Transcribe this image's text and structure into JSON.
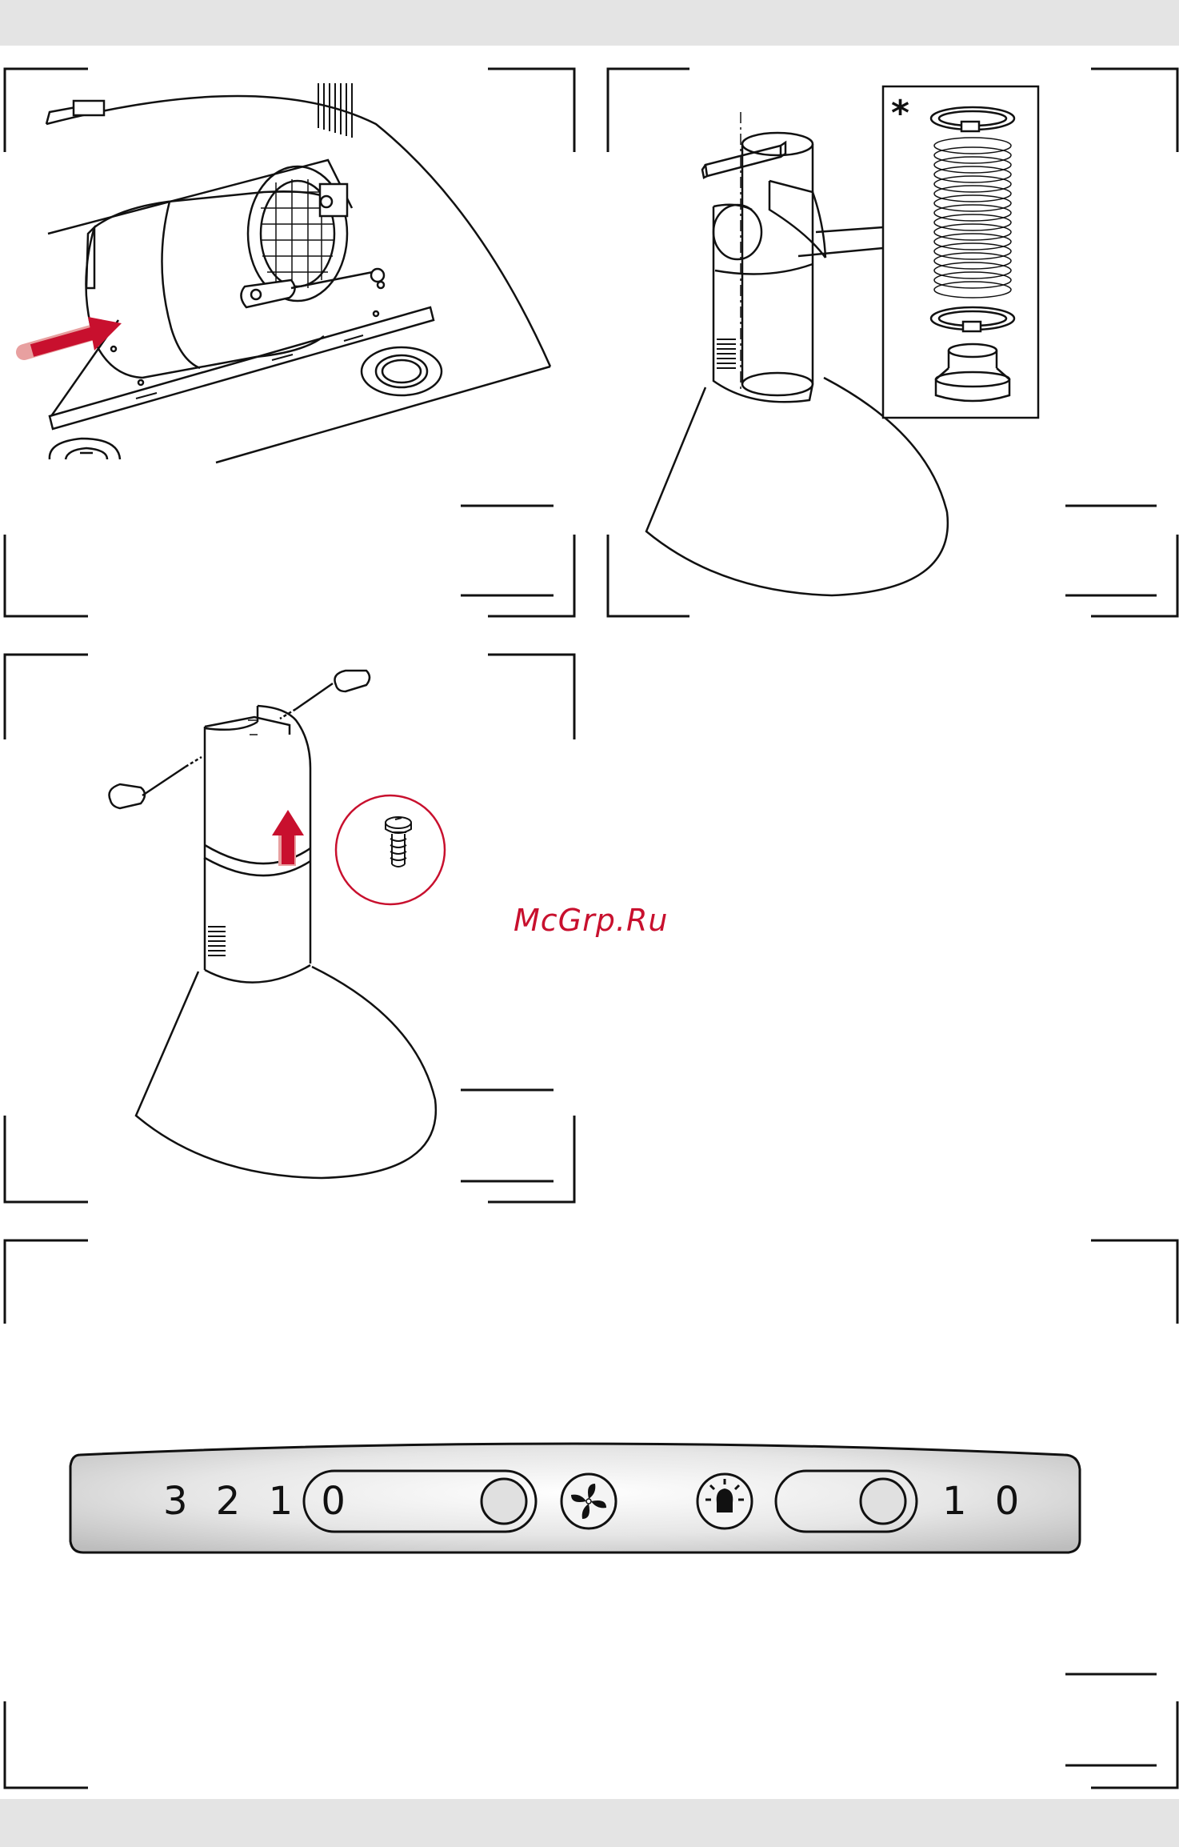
{
  "watermark": "McGrp.Ru",
  "detail_marker": "*",
  "control_panel": {
    "fan_speed_scale": "3 2 1 0",
    "light_scale": "1 0",
    "fan_icon": "fan-icon",
    "light_icon": "light-bulb-icon"
  },
  "colors": {
    "accent_red": "#c8102e",
    "line": "#111111",
    "band": "#e4e4e4",
    "panel_fill": "#d4d4d4"
  }
}
